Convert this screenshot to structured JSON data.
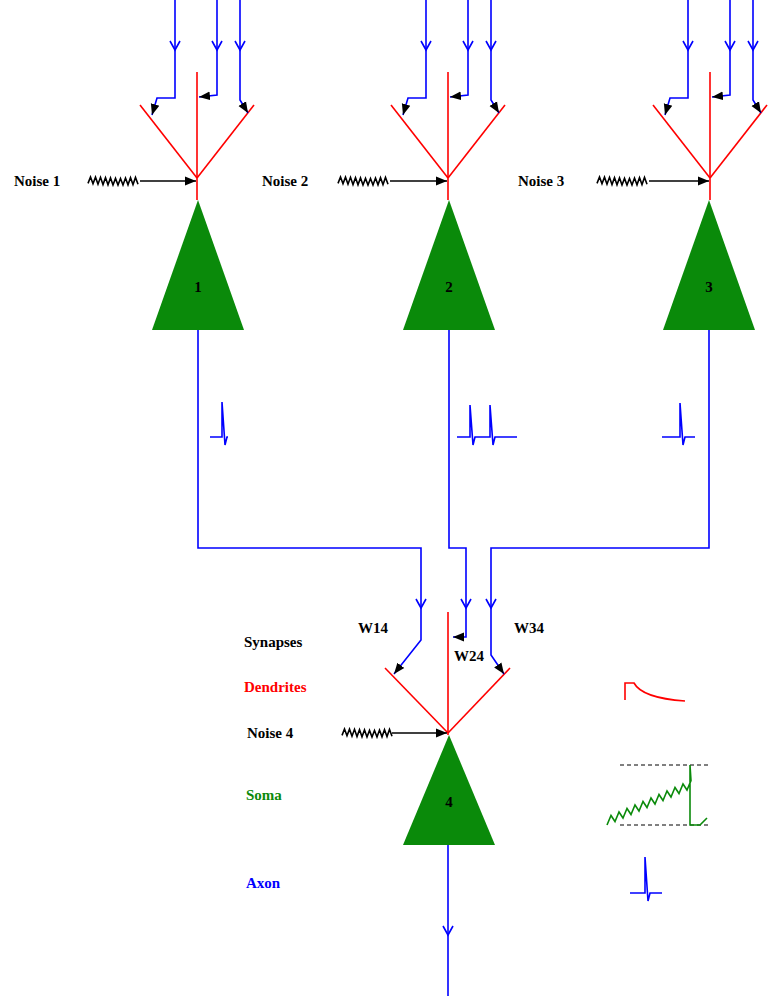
{
  "diagram": {
    "nodes": [
      {
        "text": [
          "1"
        ]
      },
      {
        "text": [
          "2"
        ]
      },
      {
        "text": [
          "3"
        ]
      },
      {
        "text": [
          "4"
        ]
      }
    ],
    "edges": [
      {
        "from": 0,
        "to": 3,
        "arrow": "to"
      },
      {
        "from": 1,
        "to": 3,
        "arrow": "to"
      },
      {
        "from": 2,
        "to": 3,
        "arrow": "to"
      }
    ],
    "labels": [
      "Noise 1",
      "Noise 2",
      "Noise 3",
      "Synapses",
      "W14",
      "W24",
      "W34",
      "Dendrites",
      "Noise 4",
      "Soma",
      "Axon"
    ]
  }
}
